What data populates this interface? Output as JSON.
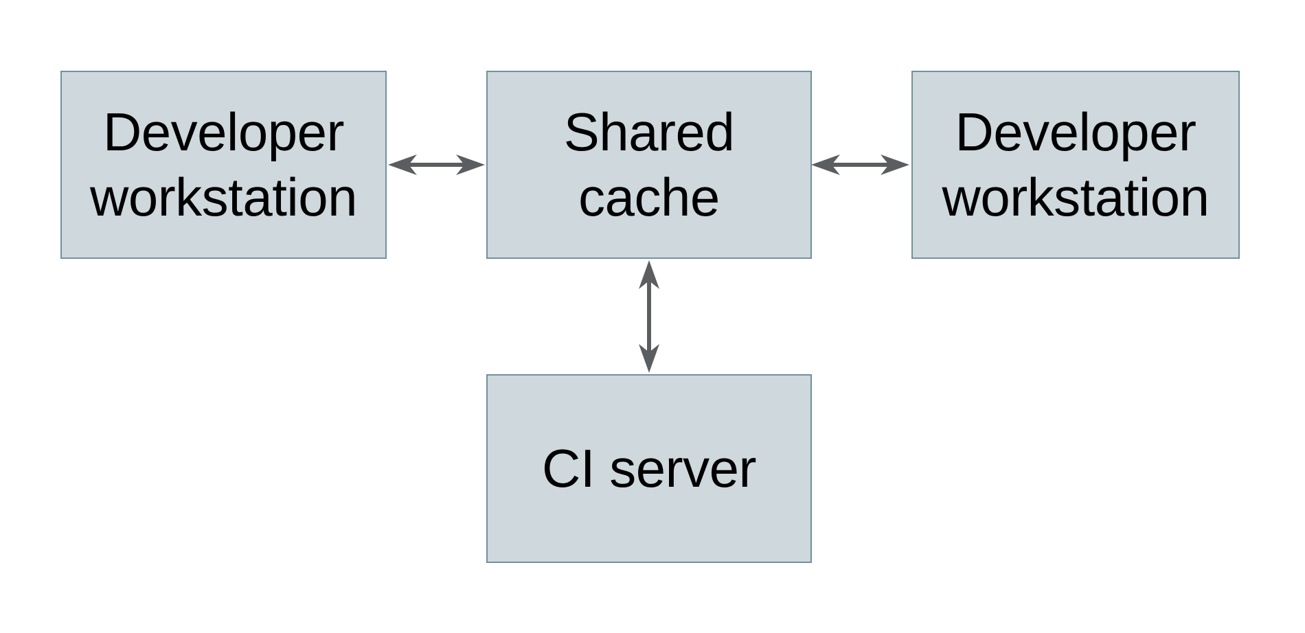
{
  "diagram": {
    "background_color": "#ffffff",
    "node_fill_color": "#cfd8dc",
    "node_border_color": "#71909e",
    "text_color": "#000000",
    "arrow_color": "#5b5e60",
    "nodes": [
      {
        "id": "developer-workstation-left",
        "label": "Developer workstation"
      },
      {
        "id": "shared-cache",
        "label": "Shared cache"
      },
      {
        "id": "developer-workstation-right",
        "label": "Developer workstation"
      },
      {
        "id": "ci-server",
        "label": "CI server"
      }
    ],
    "connections": [
      {
        "from": "developer-workstation-left",
        "to": "shared-cache",
        "type": "bidirectional"
      },
      {
        "from": "shared-cache",
        "to": "developer-workstation-right",
        "type": "bidirectional"
      },
      {
        "from": "shared-cache",
        "to": "ci-server",
        "type": "bidirectional"
      }
    ]
  }
}
